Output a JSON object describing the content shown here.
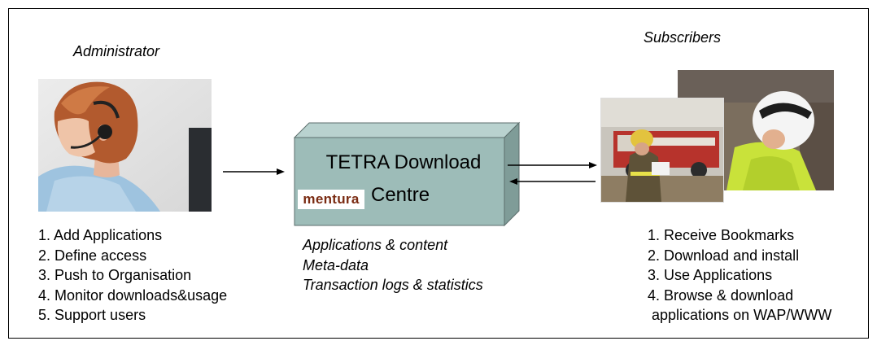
{
  "administrator": {
    "label": "Administrator",
    "steps": [
      "1. Add Applications",
      "2. Define access",
      "3. Push to Organisation",
      "4. Monitor downloads&usage",
      "5. Support users"
    ]
  },
  "centre": {
    "title_line1": "TETRA Download",
    "title_line2": "Centre",
    "logo_text": "mentura",
    "contents": [
      "Applications & content",
      "Meta-data",
      "Transaction logs & statistics"
    ],
    "box_color": "#9dbcb8"
  },
  "subscribers": {
    "label": "Subscribers",
    "steps": [
      "1. Receive Bookmarks",
      "2. Download and install",
      "3. Use Applications",
      "4. Browse & download",
      " applications on WAP/WWW"
    ]
  },
  "icons": {
    "admin_photo": "woman-with-headset-photo",
    "firefighter_photo": "firefighter-with-fire-truck-photo",
    "police_photo": "police-officer-helmet-photo"
  }
}
